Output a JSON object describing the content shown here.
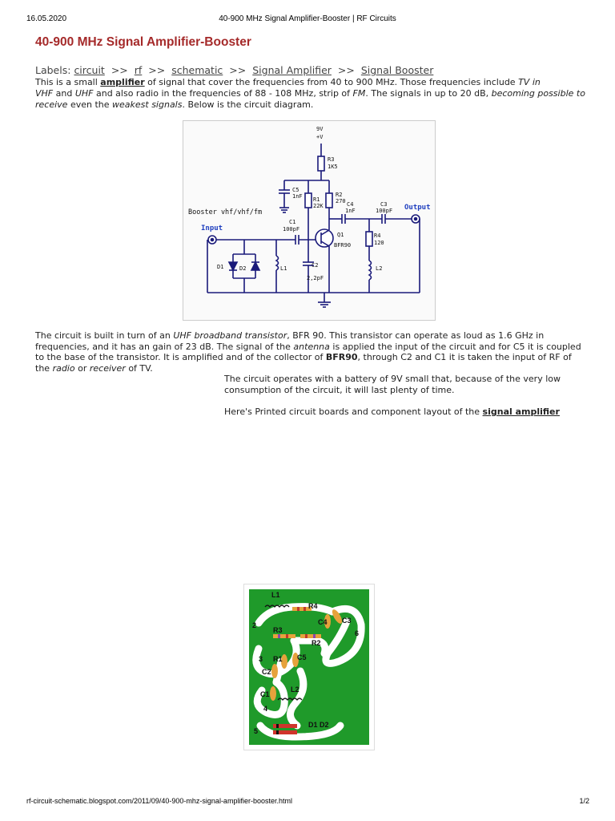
{
  "print_header": {
    "date": "16.05.2020",
    "title": "40-900 MHz Signal Amplifier-Booster | RF Circuits"
  },
  "post": {
    "title": "40-900 MHz Signal Amplifier-Booster",
    "labels_prefix": "Labels:",
    "labels": [
      "circuit",
      "rf",
      "schematic",
      "Signal Amplifier",
      "Signal Booster"
    ],
    "labels_separator": ">>",
    "intro": {
      "t1": "This is a small ",
      "link_amplifier": "amplifier",
      "t2": " of signal that cover the frequencies from 40 to 900 MHz. Those frequencies include ",
      "em_tv": "TV in",
      "em_vhf": "VHF",
      "t3": " and ",
      "em_uhf": "UHF",
      "t4": " and also radio in the frequencies of 88 - 108 MHz, strip of ",
      "em_fm": "FM",
      "t5": ". The signals in up to 20 dB, ",
      "em_possible": "becoming possible to receive",
      "t6": " even the ",
      "em_weakest": "weakest signals",
      "t7": ". Below is the circuit diagram."
    },
    "para2": {
      "t1": "The circuit is built in turn of an ",
      "em_uhf": "UHF broadband transistor",
      "t2": ", BFR 90. This transistor can operate as loud as 1.6 GHz in frequencies, and it has an gain of 23 dB. The signal of the ",
      "em_antenna": "antenna",
      "t3": " is applied the input of the circuit and for C5 it is coupled to the base of the transistor. It is amplified and of the collector of ",
      "b_bfr": "BFR90",
      "t4": ", through C2 and C1 it is taken the input of RF of the ",
      "em_radio": "radio",
      "t5": " or ",
      "em_receiver": "receiver",
      "t6": " of TV."
    },
    "para3": {
      "line1": "The circuit operates with a battery of 9V small that, because of the very low consumption of the circuit, it will last plenty of time.",
      "line2_prefix": "Here's Printed circuit boards and component layout of the ",
      "line2_link": "signal amplifier"
    }
  },
  "schematic": {
    "supply_label": "9V",
    "supply_plus": "+V",
    "r3_label": "R3",
    "r3_value": "1K5",
    "c5_label": "C5",
    "c5_value": "1nF",
    "r1_label": "R1",
    "r1_value": "22K",
    "r2_label": "R2",
    "r2_value": "270",
    "c4_label": "C4",
    "c4_value": "1nF",
    "c3_label": "C3",
    "c3_value": "100pF",
    "output_label": "Output",
    "booster_label": "Booster vhf/vhf/fm",
    "input_label": "Input",
    "c1_label": "C1",
    "c1_value": "100pF",
    "q1_label": "Q1",
    "q1_value": "BFR90",
    "r4_label": "R4",
    "r4_value": "120",
    "d1_label": "D1",
    "d2_label": "D2",
    "l1_label": "L1",
    "c2_label": "C2",
    "c2_value": "2,2pF",
    "l2_label": "L2"
  },
  "pcb": {
    "l1": "L1",
    "r4": "R4",
    "c4": "C4",
    "c3": "C3",
    "n2": "2",
    "r3": "R3",
    "r2": "R2",
    "n6": "6",
    "n3": "3",
    "r1": "R1",
    "c5": "C5",
    "c2": "C2",
    "c1": "C1",
    "l2": "L2",
    "n4": "4",
    "n5": "5",
    "d1d2": "D1 D2"
  },
  "colors": {
    "title": "#a52a2a",
    "pcb_green": "#1f9a2a",
    "schematic_wire": "#1a1a7a",
    "schematic_accent": "#1f3fbf"
  },
  "print_footer": {
    "url": "rf-circuit-schematic.blogspot.com/2011/09/40-900-mhz-signal-amplifier-booster.html",
    "page": "1/2"
  }
}
